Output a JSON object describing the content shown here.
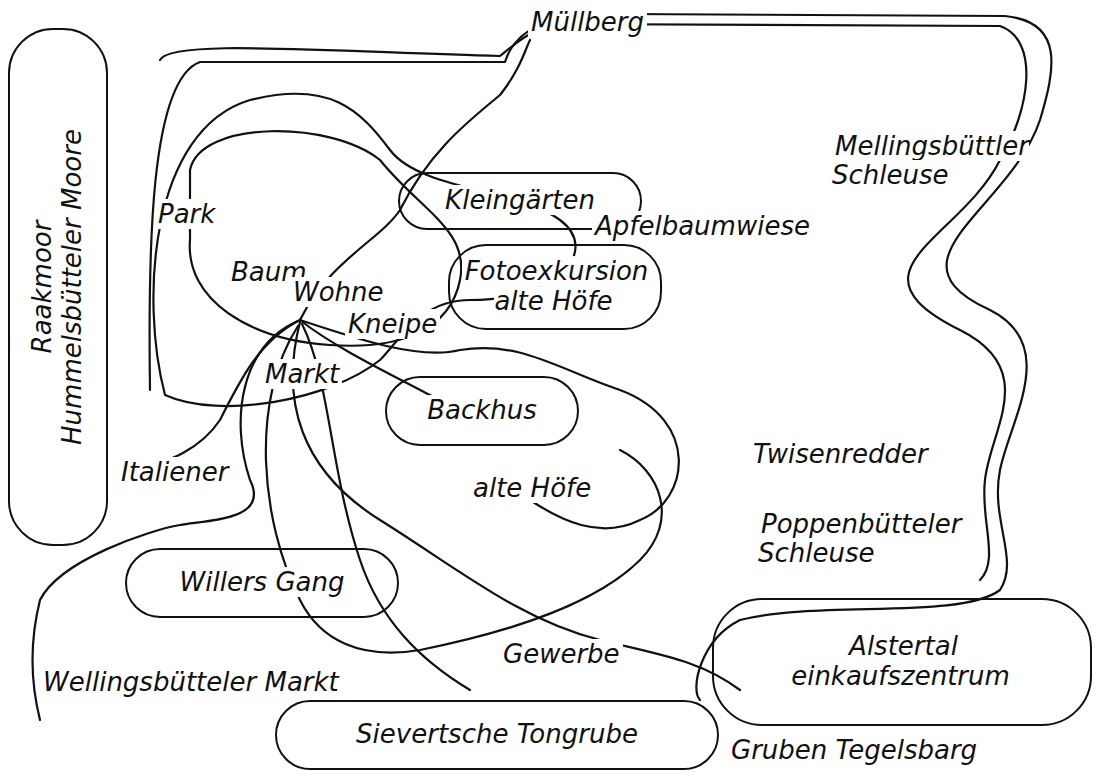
{
  "diagram": {
    "nodes": [
      {
        "text": [
          "Raakmoor",
          "Hummelsbütteler Moore"
        ]
      },
      {
        "text": [
          "Kleingärten"
        ]
      },
      {
        "text": [
          "Fotoexkursion alte Höfe"
        ]
      },
      {
        "text": [
          "Backhus"
        ]
      },
      {
        "text": [
          "Willers Gang"
        ]
      },
      {
        "text": [
          "Sievertsche Tongrube"
        ]
      },
      {
        "text": [
          "Alstertal einkaufszentrum"
        ]
      }
    ],
    "labels": [
      "Müllberg",
      "Mellingsbüttler Schleuse",
      "Park",
      "Apfelbaumwiese",
      "Baum",
      "Wohne",
      "Kneipe",
      "Markt",
      "alte Höfe",
      "Italiener",
      "Twisenredder",
      "Poppenbütteler Schleuse",
      "Wellingsbütteler Markt",
      "Gewerbe",
      "Gruben Tegelsbarg"
    ]
  }
}
